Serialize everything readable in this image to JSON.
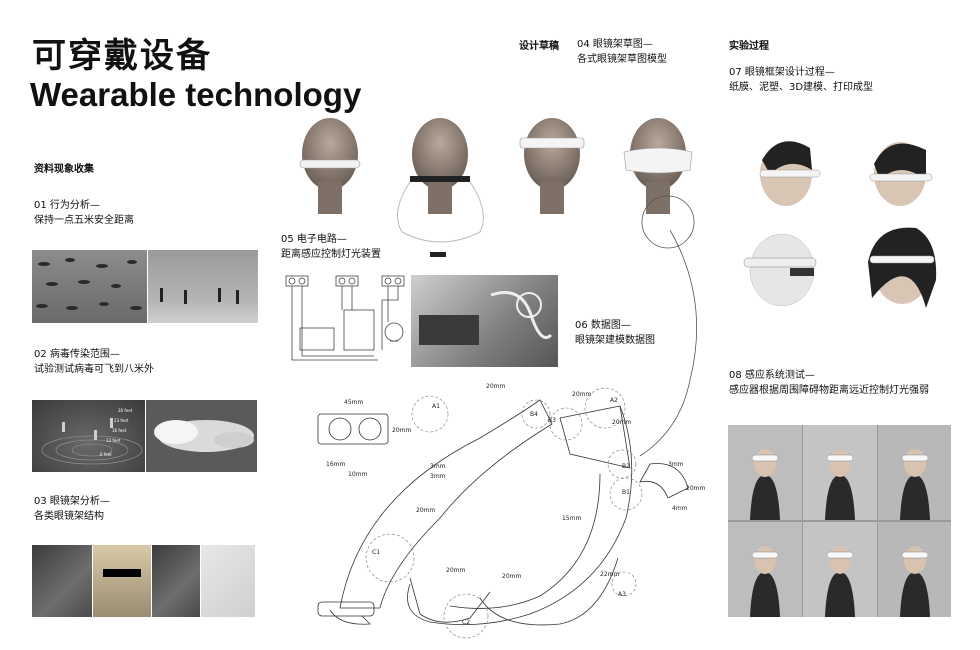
{
  "title": {
    "cn": "可穿戴设备",
    "en": "Wearable technology"
  },
  "research": {
    "heading": "资料现象收集",
    "items": [
      {
        "num": "01 行为分析—",
        "desc": "保持一点五米安全距离"
      },
      {
        "num": "02 病毒传染范围—",
        "desc": "试验测试病毒可飞到八米外"
      },
      {
        "num": "03 眼镜架分析—",
        "desc": "各类眼镜架结构"
      }
    ],
    "distance_tags": [
      "26 feet",
      "23 feet",
      "16 feet",
      "13 feet",
      "6 feet"
    ]
  },
  "design": {
    "heading": "设计草稿",
    "sketch": {
      "num": "04 眼镜架草图—",
      "desc": "各式眼镜架草图模型"
    },
    "circuit": {
      "num": "05 电子电路—",
      "desc": "距离感应控制灯光装置"
    },
    "model": {
      "num": "06 数据图—",
      "desc": "眼镜架建模数据图"
    }
  },
  "experiment": {
    "heading": "实验过程",
    "process": {
      "num": "07 眼镜框架设计过程—",
      "desc": "纸膜、泥塑、3D建模、打印成型"
    },
    "test": {
      "num": "08 感应系统测试—",
      "desc": "感应器根据周围障碍物距离远近控制灯光强弱"
    }
  },
  "dimensions": [
    "45mm",
    "20mm",
    "16mm",
    "10mm",
    "3mm",
    "3mm",
    "20mm",
    "20mm",
    "3mm",
    "20mm",
    "4mm",
    "20mm",
    "15mm",
    "20mm",
    "20mm",
    "20mm",
    "22mm"
  ],
  "markers": [
    "A1",
    "A2",
    "A3",
    "B1",
    "B2",
    "B3",
    "B4",
    "C1",
    "C2"
  ]
}
